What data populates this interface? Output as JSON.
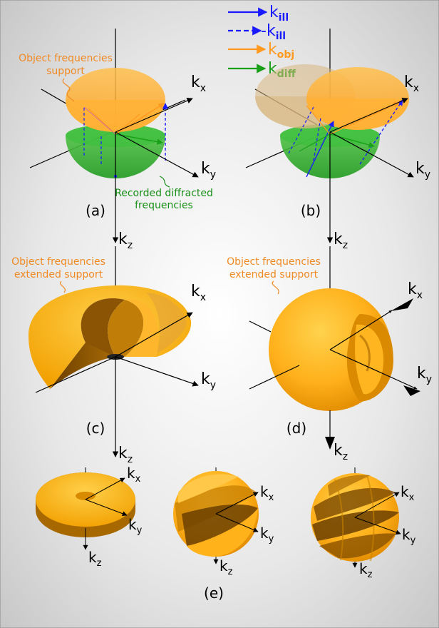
{
  "legend": {
    "items": [
      {
        "base": "k",
        "sub": "ill",
        "prefix": "",
        "color": "#1a1aff",
        "style": "solid"
      },
      {
        "base": "k",
        "sub": "ill",
        "prefix": "-",
        "color": "#1a1aff",
        "style": "dashed"
      },
      {
        "base": "k",
        "sub": "obj",
        "prefix": "",
        "color": "#ff9a1f",
        "style": "solid"
      },
      {
        "base": "k",
        "sub": "diff",
        "prefix": "",
        "color": "#19a019",
        "style": "solid"
      }
    ]
  },
  "annotations": {
    "obj_support_line1": "Object frequencies",
    "obj_support_line2": "support",
    "recorded_line1": "Recorded diffracted",
    "recorded_line2": "frequencies",
    "ext_c_line1": "Object frequencies",
    "ext_c_line2": "extended support",
    "ext_d_line1": "Object frequencies",
    "ext_d_line2": "extended support"
  },
  "axes": {
    "k": "k",
    "x": "x",
    "y": "y",
    "z": "z"
  },
  "panels": {
    "a": "(a)",
    "b": "(b)",
    "c": "(c)",
    "d": "(d)",
    "e": "(e)"
  },
  "colors": {
    "orange_text": "#f08a24",
    "green_text": "#1a8f1a",
    "orange_fill": "#ffad1a",
    "green_fill": "#36b336",
    "arrow_blue": "#1a1aff",
    "arrow_orange": "#ff9a1f",
    "arrow_green": "#19a019"
  }
}
